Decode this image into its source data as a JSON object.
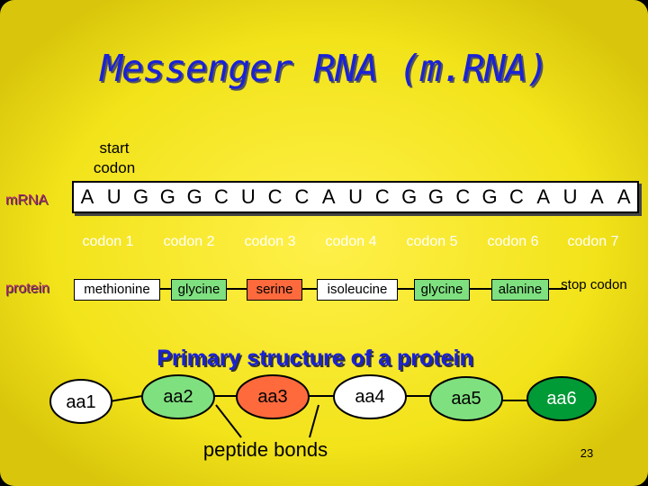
{
  "slide": {
    "title": "Messenger RNA (m.RNA)",
    "start_codon_label": "start codon",
    "mrna_label": "mRNA",
    "protein_label": "protein",
    "sequence": [
      "A",
      "U",
      "G",
      "G",
      "G",
      "C",
      "U",
      "C",
      "C",
      "A",
      "U",
      "C",
      "G",
      "G",
      "C",
      "G",
      "C",
      "A",
      "U",
      "A",
      "A"
    ],
    "codons": [
      "codon 1",
      "codon 2",
      "codon 3",
      "codon 4",
      "codon 5",
      "codon 6",
      "codon 7"
    ],
    "amino_acids": [
      "methionine",
      "glycine",
      "serine",
      "isoleucine",
      "glycine",
      "alanine"
    ],
    "stop_codon_label": "stop codon",
    "primary_structure_label": "Primary structure of a protein",
    "chain": [
      "aa1",
      "aa2",
      "aa3",
      "aa4",
      "aa5",
      "aa6"
    ],
    "peptide_bonds_label": "peptide bonds",
    "page_number": "23"
  },
  "colors": {
    "background": "#f5e81c",
    "title": "#1a22d6",
    "label": "#b0246e",
    "methionine": "#ffffff",
    "glycine": "#7fe07f",
    "serine": "#ff6a3d",
    "isoleucine": "#ffffff",
    "alanine": "#7fe07f",
    "aa1": "#ffffff",
    "aa2": "#7fe07f",
    "aa3": "#ff6a3d",
    "aa4": "#ffffff",
    "aa5": "#7fe07f",
    "aa6": "#009a36"
  }
}
